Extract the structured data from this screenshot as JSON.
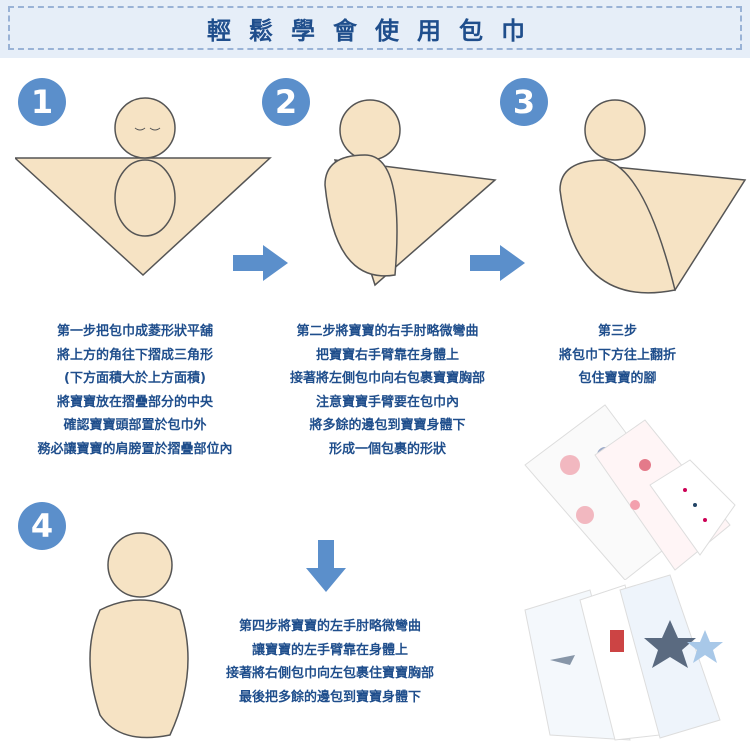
{
  "header": {
    "title": "輕鬆學會使用包巾"
  },
  "steps": [
    {
      "number": "1",
      "lines": [
        "第一步把包巾成菱形狀平舖",
        "將上方的角往下摺成三角形",
        "(下方面積大於上方面積)",
        "將寶寶放在摺疊部分的中央",
        "確認寶寶頭部置於包巾外",
        "務必讓寶寶的肩膀置於摺疊部位內"
      ]
    },
    {
      "number": "2",
      "lines": [
        "第二步將寶寶的右手肘略微彎曲",
        "把寶寶右手臂靠在身體上",
        "接著將左側包巾向右包裹寶寶胸部",
        "注意寶寶手臂要在包巾內",
        "將多餘的邊包到寶寶身體下",
        "形成一個包裹的形狀"
      ]
    },
    {
      "number": "3",
      "lines": [
        "第三步",
        "將包巾下方往上翻折",
        "包住寶寶的腳"
      ]
    },
    {
      "number": "4",
      "lines": [
        "第四步將寶寶的左手肘略微彎曲",
        "讓寶寶的左手臂靠在身體上",
        "接著將右側包巾向左包裹住寶寶胸部",
        "最後把多餘的邊包到寶寶身體下"
      ]
    }
  ],
  "colors": {
    "accent": "#5b8fcb",
    "text": "#1f4e8c",
    "fabric": "#f6e3c4"
  }
}
